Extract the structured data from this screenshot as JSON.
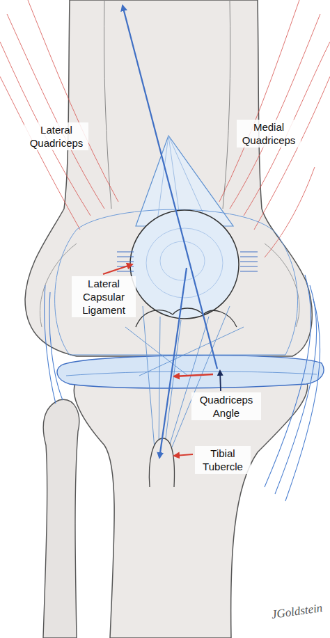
{
  "diagram": {
    "labels": [
      "Lateral Quadriceps",
      "Medial Quadriceps",
      "Lateral Capsular Ligament",
      "Quadriceps Angle",
      "Tibial Tubercle",
      "JGoldstein"
    ]
  }
}
